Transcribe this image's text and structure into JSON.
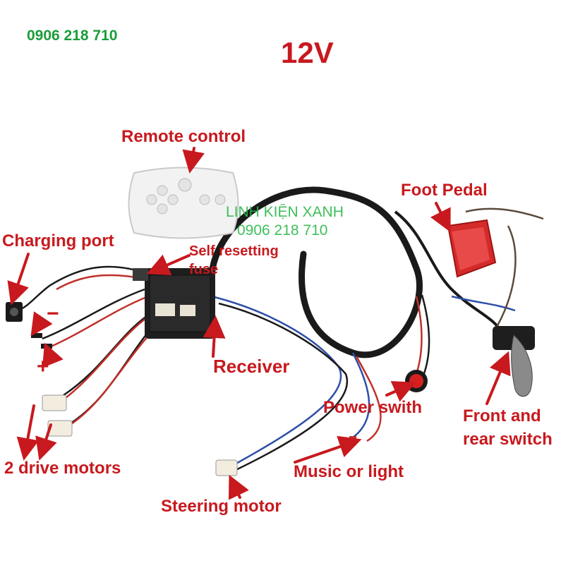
{
  "phone_top": "0906 218 710",
  "title": "12V",
  "watermark": {
    "line1": "LINH KIỆN XANH",
    "line2": "0906 218 710"
  },
  "labels": {
    "remote_control": "Remote control",
    "foot_pedal": "Foot Pedal",
    "charging_port": "Charging port",
    "self_resetting_fuse_line1": "Self resetting",
    "self_resetting_fuse_line2": "fuse",
    "minus": "−",
    "plus": "+",
    "receiver": "Receiver",
    "power_switch": "Power swith",
    "front_rear_switch_line1": "Front and",
    "front_rear_switch_line2": "rear switch",
    "drive_motors": "2 drive motors",
    "music_light": "Music or light",
    "steering_motor": "Steering motor"
  },
  "colors": {
    "label": "#c8191e",
    "phone": "#1b9c3a",
    "watermark": "#2bb84a",
    "wire_black": "#1a1a1a",
    "wire_red": "#c0302a",
    "wire_blue": "#2f4fa8",
    "pedal": "#d42a2a",
    "receiver": "#1e1e1e"
  }
}
